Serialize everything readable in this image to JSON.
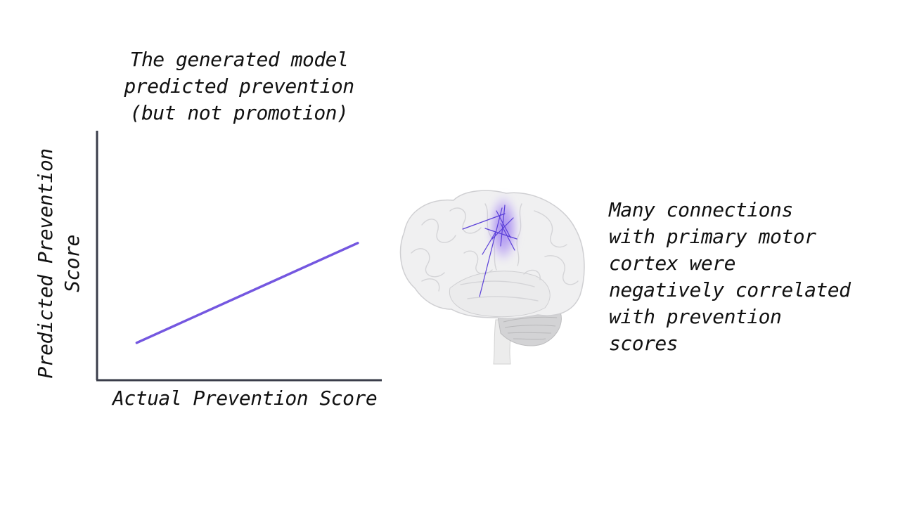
{
  "slide": {
    "title_lines": [
      "The generated model",
      "predicted prevention",
      "(but not promotion)"
    ],
    "note_lines": [
      "Many connections",
      "with primary motor",
      "cortex were",
      "negatively correlated",
      "with prevention",
      "scores"
    ]
  },
  "chart_data": {
    "type": "line",
    "title": "The generated model predicted prevention (but not promotion)",
    "xlabel": "Actual Prevention Score",
    "ylabel_lines": [
      "Predicted Prevention",
      "Score"
    ],
    "ylabel": "Predicted Prevention Score",
    "x_ticks": "none",
    "y_ticks": "none",
    "xlim": [
      0,
      1
    ],
    "ylim": [
      0,
      1
    ],
    "grid": false,
    "series": [
      {
        "color": "#7457e0",
        "x": [
          0.14,
          0.92
        ],
        "y": [
          0.15,
          0.55
        ]
      }
    ]
  },
  "colors": {
    "axis": "#3a3d4a",
    "line": "#7457e0",
    "highlight": "#9b7cf0"
  },
  "figure": {
    "icon": "brain-icon",
    "highlight": "primary-motor-cortex-highlight"
  }
}
